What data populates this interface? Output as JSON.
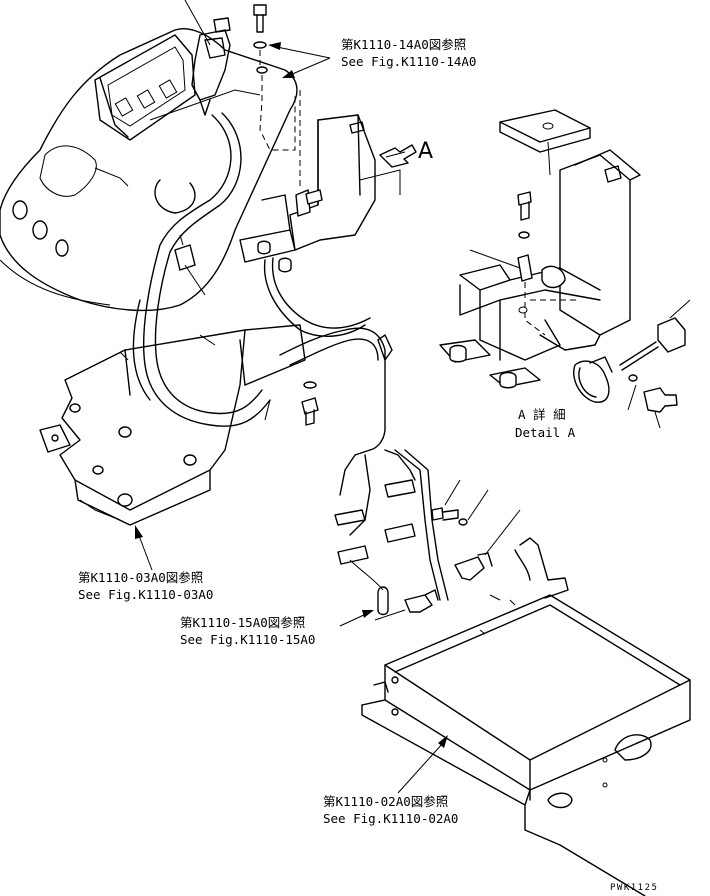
{
  "callouts": {
    "fig_14a0_jp": "第K1110-14A0図参照",
    "fig_14a0_en": "See Fig.K1110-14A0",
    "fig_03a0_jp": "第K1110-03A0図参照",
    "fig_03a0_en": "See Fig.K1110-03A0",
    "fig_15a0_jp": "第K1110-15A0図参照",
    "fig_15a0_en": "See Fig.K1110-15A0",
    "fig_02a0_jp": "第K1110-02A0図参照",
    "fig_02a0_en": "See Fig.K1110-02A0"
  },
  "detail": {
    "view_letter": "A",
    "label_jp": "A 詳 細",
    "label_en": "Detail A"
  },
  "drawing_code": "PWK1125"
}
